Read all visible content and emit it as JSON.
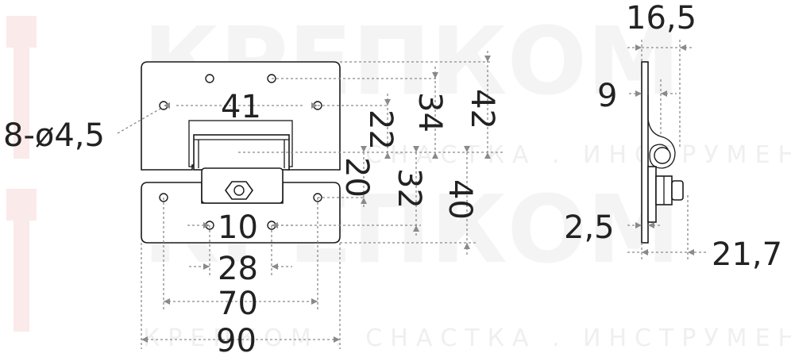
{
  "watermark": {
    "brand": "КРЕПКОМ",
    "tagline": "КРЕПКОМ . СНАСТКА . ИНСТРУМЕНТ"
  },
  "dimensions": {
    "hole_note": "8-ø4,5",
    "d41": "41",
    "d34": "34",
    "d42": "42",
    "d22": "22",
    "d20": "20",
    "d32": "32",
    "d40": "40",
    "d10": "10",
    "d28": "28",
    "d70": "70",
    "d90": "90",
    "side_16_5": "16,5",
    "side_9": "9",
    "side_2_5": "2,5",
    "side_21_7": "21,7"
  },
  "colors": {
    "line": "#1a1a1a",
    "dimension": "#8a8a8a",
    "text": "#222222",
    "watermark_red": "#c83030"
  }
}
